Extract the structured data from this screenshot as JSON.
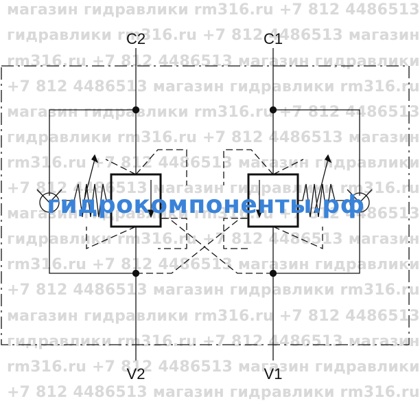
{
  "watermark": {
    "rows": [
      "магазин гидравлики rm316.ru +7 812 4486513",
      "гидравлики rm316.ru +7 812 4486513 магазин",
      "rm316.ru +7 812 4486513 магазин гидравлики",
      "+7 812 4486513 магазин гидравлики rm316.ru",
      "магазин гидравлики rm316.ru +7 812 4486513",
      "гидравлики rm316.ru +7 812 4486513 магазин",
      "rm316.ru +7 812 4486513 магазин гидравлики",
      "+7 812 4486513 магазин гидравлики rm316.ru",
      "магазин гидравлики rm316.ru +7 812 4486513",
      "гидравлики rm316.ru +7 812 4486513 магазин",
      "rm316.ru +7 812 4486513 магазин гидравлики",
      "+7 812 4486513 магазин гидравлики rm316.ru",
      "магазин гидравлики rm316.ru +7 812 4486513",
      "гидравлики rm316.ru +7 812 4486513 магазин",
      "rm316.ru +7 812 4486513 магазин гидравлики",
      "+7 812 4486513 магазин гидравлики rm316.ru"
    ]
  },
  "brand": {
    "text": "гидрокомпоненты.рф",
    "color": "#3a83d9"
  },
  "ports": {
    "c2": "C2",
    "c1": "C1",
    "v2": "V2",
    "v1": "V1"
  },
  "colors": {
    "line": "#111111",
    "watermark": "#d9d9d9"
  }
}
